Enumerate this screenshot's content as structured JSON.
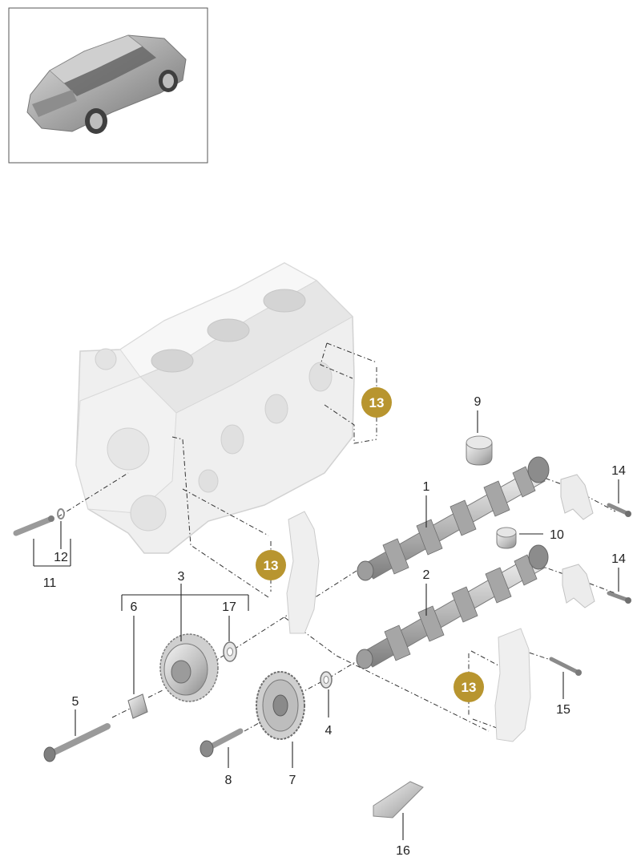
{
  "callouts": {
    "c1": "1",
    "c2": "2",
    "c3": "3",
    "c4": "4",
    "c5": "5",
    "c6": "6",
    "c7": "7",
    "c8": "8",
    "c9": "9",
    "c10": "10",
    "c11": "11",
    "c12": "12",
    "c14a": "14",
    "c14b": "14",
    "c15": "15",
    "c16": "16",
    "c17": "17"
  },
  "badges": {
    "b13a": "13",
    "b13b": "13",
    "b13c": "13"
  },
  "colors": {
    "badge": "#b8952f",
    "leader": "#222222",
    "part_light": "#efefef",
    "part_shade": "#d9d9d9",
    "part_dark": "#a9a9a9",
    "thumbnail_border": "#555555"
  }
}
